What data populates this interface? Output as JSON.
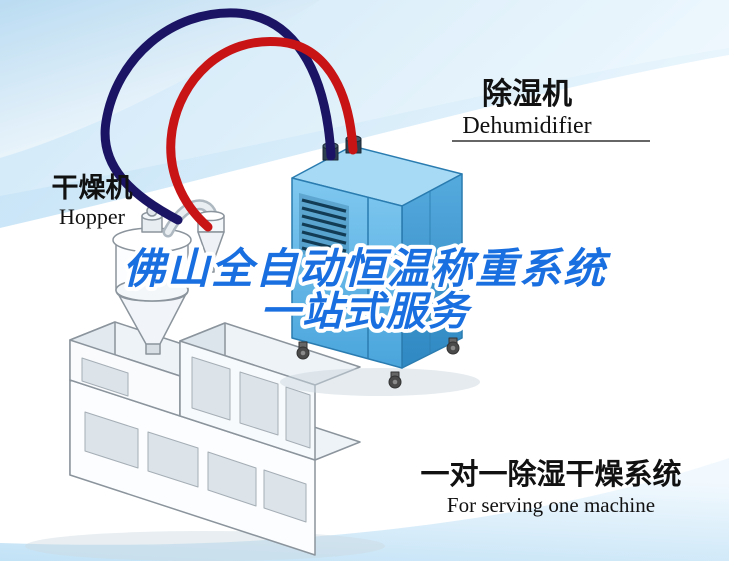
{
  "scene": {
    "labels": {
      "dehumidifier": {
        "zh": "除湿机",
        "en": "Dehumidifier"
      },
      "hopper": {
        "zh": "干燥机",
        "en": "Hopper"
      }
    },
    "headline": {
      "line1": "佛山全自动恒温称重系统",
      "line2": "一站式服务"
    },
    "caption": {
      "zh": "一对一除湿干燥系统",
      "en": "For serving one machine"
    }
  },
  "colors": {
    "headline_blue": "#1a6fe0",
    "headline_outline": "#ffffff",
    "pipe_red": "#c81414",
    "pipe_navy": "#1b1464",
    "dehumidifier_blue": "#5ab2e4",
    "dehumidifier_side_blue": "#3f94cc",
    "machine_white": "#fbfdfe",
    "background_blue": "#bddff5",
    "label_text": "#111111"
  }
}
